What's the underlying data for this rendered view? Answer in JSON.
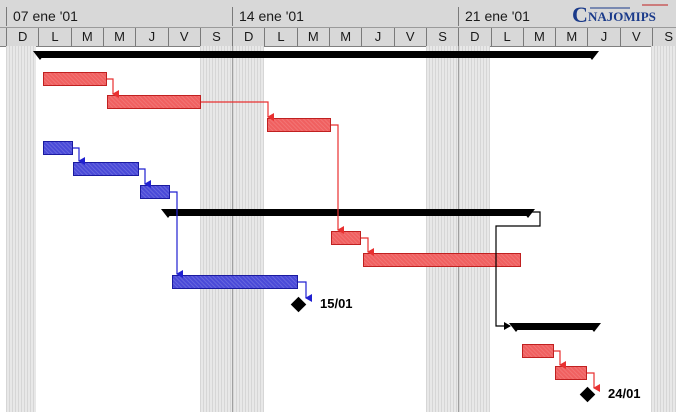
{
  "header": {
    "weeks": [
      {
        "label": "07 ene '01"
      },
      {
        "label": "14 ene '01"
      },
      {
        "label": "21 ene '01"
      }
    ],
    "days": [
      "D",
      "L",
      "M",
      "M",
      "J",
      "V",
      "S",
      "D",
      "L",
      "M",
      "M",
      "J",
      "V",
      "S",
      "D",
      "L",
      "M",
      "M",
      "J",
      "V",
      "S"
    ]
  },
  "logo": {
    "text": "NAJOMIPS",
    "icon": "logo-icon"
  },
  "milestones": [
    {
      "label": "15/01"
    },
    {
      "label": "24/01"
    }
  ],
  "colors": {
    "task_red": "#f06060",
    "task_blue": "#4a4ad8",
    "summary": "#000000",
    "link_red": "#e83030",
    "link_blue": "#2020d0"
  }
}
